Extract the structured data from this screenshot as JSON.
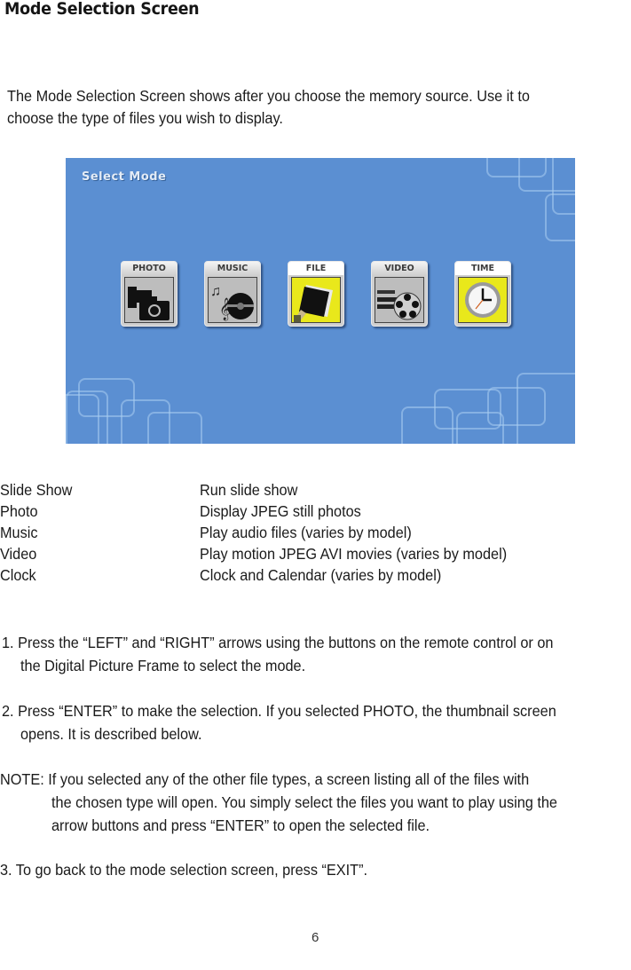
{
  "page": {
    "title": "Mode Selection Screen",
    "intro": [
      "The Mode Selection Screen shows after you choose the memory source. Use it to",
      "choose the type of files you wish to display."
    ],
    "page_number": "6"
  },
  "screen": {
    "title": "Select Mode",
    "background_color": "#5b8fd2",
    "modes": [
      {
        "label": "PHOTO",
        "icon": "camera-icon",
        "selected": false
      },
      {
        "label": "MUSIC",
        "icon": "music-cd-icon",
        "selected": false
      },
      {
        "label": "FILE",
        "icon": "folder-icon",
        "selected": true
      },
      {
        "label": "VIDEO",
        "icon": "film-reel-icon",
        "selected": false
      },
      {
        "label": "TIME",
        "icon": "clock-icon",
        "selected": true
      }
    ]
  },
  "definitions": [
    {
      "term": "Slide Show",
      "description": "Run slide show"
    },
    {
      "term": "Photo",
      "description": "Display JPEG still photos"
    },
    {
      "term": "Music",
      "description": "Play audio files (varies by model)"
    },
    {
      "term": "Video",
      "description": "Play motion JPEG AVI movies (varies by model)"
    },
    {
      "term": "Clock",
      "description": "Clock and Calendar (varies by model)"
    }
  ],
  "steps": {
    "step1": [
      "1. Press the “LEFT” and “RIGHT” arrows using the buttons on the remote control or on",
      "the Digital Picture Frame to select the mode."
    ],
    "step2": [
      "2. Press “ENTER” to make the selection. If you selected PHOTO, the thumbnail screen",
      "opens. It is described below."
    ],
    "note": [
      "NOTE: If you selected any of the other file types, a screen listing all of the files with",
      "the chosen type will open. You simply select the files you want to play using the",
      "arrow buttons and press “ENTER” to open the selected file."
    ],
    "step3": "3. To go back to the mode selection screen, press “EXIT”."
  }
}
